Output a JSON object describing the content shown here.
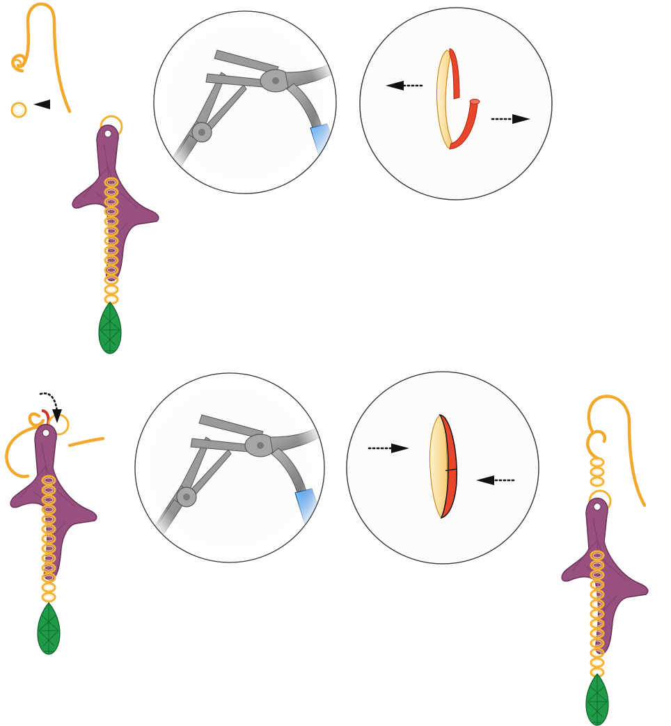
{
  "figure": {
    "description_labels": [],
    "colors": {
      "gold": "#f4b233",
      "charm": "#98507f",
      "crystal": "#1f9a47",
      "ring_open_red": "#e8452a",
      "plier_metal": "#8f8f8f",
      "plier_handle": "#2a7fd6",
      "arrow": "#111111"
    },
    "steps": [
      {
        "id": "step-1",
        "items": [
          "ear-wire",
          "jump-ring",
          "charm-assembly",
          "pliers-open-view",
          "ring-open-view"
        ]
      },
      {
        "id": "step-2",
        "items": [
          "charm-assembly-with-wire",
          "pliers-close-view",
          "ring-close-view"
        ]
      },
      {
        "id": "result",
        "items": [
          "finished-earring"
        ]
      }
    ],
    "icons": [
      "ear-wire-icon",
      "jump-ring-icon",
      "pliers-icon",
      "arrow-left-icon",
      "arrow-right-icon",
      "arrow-down-icon"
    ]
  }
}
